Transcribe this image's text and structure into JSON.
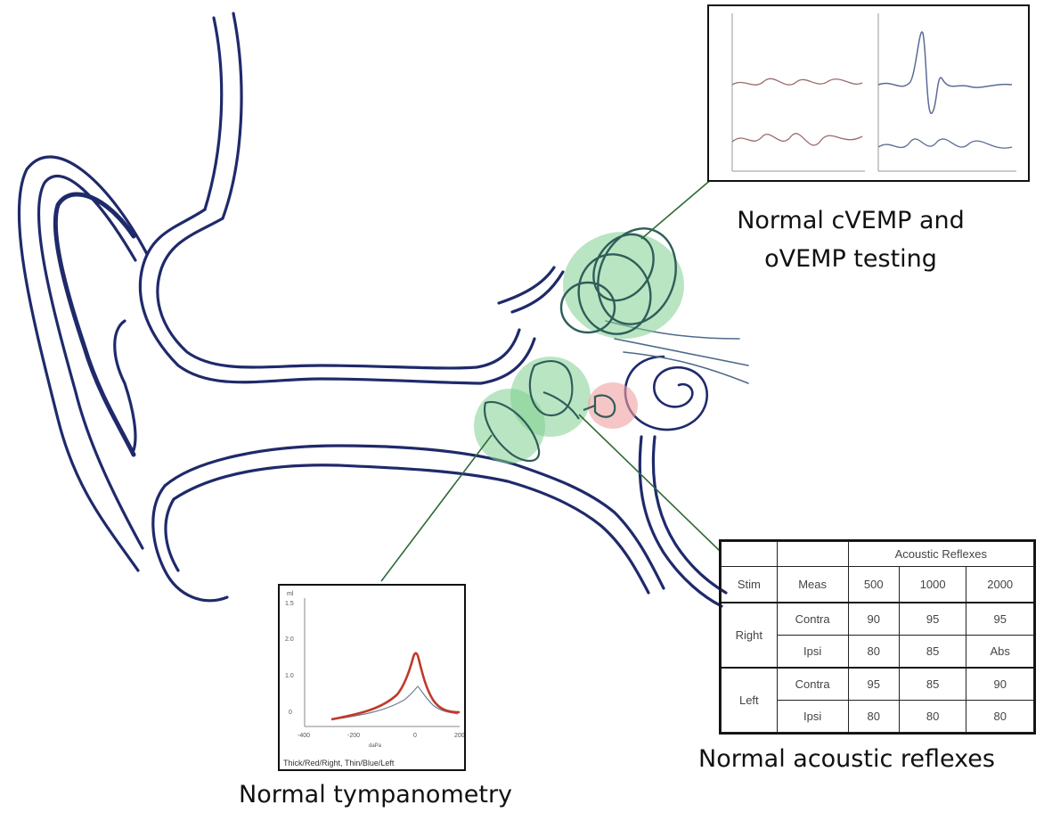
{
  "captions": {
    "vemp_line1": "Normal cVEMP and",
    "vemp_line2": "oVEMP testing",
    "acoustic": "Normal acoustic reflexes",
    "tympanometry": "Normal tympanometry"
  },
  "acoustic_reflexes": {
    "title": "Acoustic Reflexes",
    "col_stim": "Stim",
    "col_meas": "Meas",
    "frequencies": [
      "500",
      "1000",
      "2000"
    ],
    "rows": [
      {
        "stim": "Right",
        "meas": "Contra",
        "values": [
          "90",
          "95",
          "95"
        ]
      },
      {
        "stim": "",
        "meas": "Ipsi",
        "values": [
          "80",
          "85",
          "Abs"
        ]
      },
      {
        "stim": "Left",
        "meas": "Contra",
        "values": [
          "95",
          "85",
          "90"
        ]
      },
      {
        "stim": "",
        "meas": "Ipsi",
        "values": [
          "80",
          "80",
          "80"
        ]
      }
    ]
  },
  "tympanogram": {
    "y_ticks": [
      "1.5",
      "2.0",
      "1.0",
      "0"
    ],
    "y_unit": "ml",
    "x_ticks": [
      "-400",
      "-200",
      "0",
      "200"
    ],
    "x_unit": "daPa",
    "legend": "Thick/Red/Right, Thin/Blue/Left",
    "colors": {
      "right": "#c0392b",
      "left": "#6f7f95"
    }
  },
  "colors": {
    "ear_outline": "#1f2a6b",
    "highlight_green": "#7fcf8f",
    "highlight_red": "#f0a0a0",
    "connector": "#2e6b35"
  }
}
